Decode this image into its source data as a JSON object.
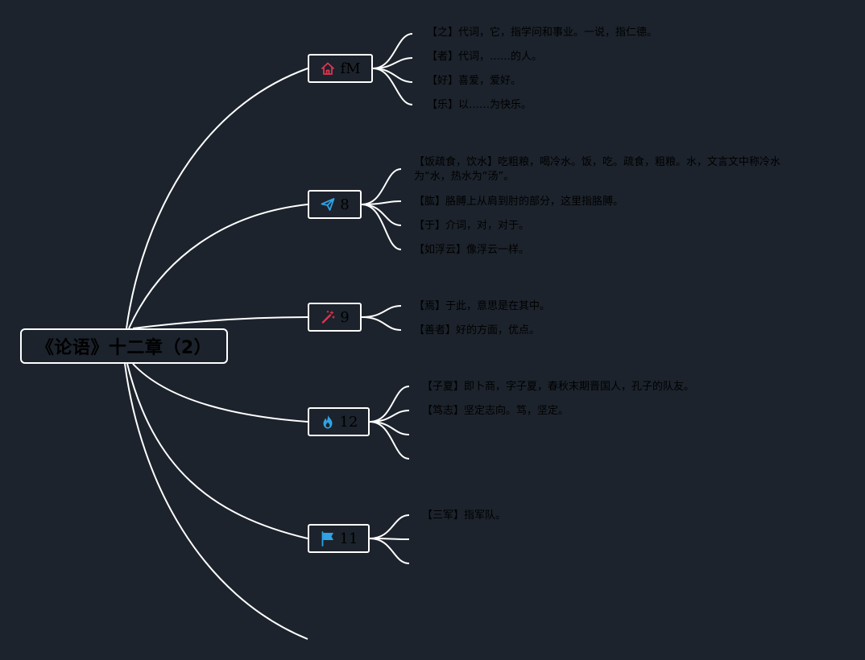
{
  "root": {
    "title": "《论语》十二章（2）"
  },
  "branches": [
    {
      "label": "fM",
      "icon": "home-icon",
      "icon_color": "#e0344f",
      "notes": [
        "【之】代词，它，指学问和事业。一说，指仁德。",
        "【者】代词，……的人。",
        "【好】喜爱，爱好。",
        "【乐】以……为快乐。"
      ]
    },
    {
      "label": "8",
      "icon": "paper-plane-icon",
      "icon_color": "#2fa3e6",
      "notes": [
        "【饭疏食，饮水】吃粗粮，喝冷水。饭，吃。疏食，粗粮。水，文言文中称冷水为“水，热水为“汤”。",
        "【肱】胳膊上从肩到肘的部分，这里指胳膊。",
        "【于】介词，对，对于。",
        "【如浮云】像浮云一样。"
      ]
    },
    {
      "label": "9",
      "icon": "magic-wand-icon",
      "icon_color": "#e0344f",
      "notes": [
        "【焉】于此，意思是在其中。",
        "【善者】好的方面，优点。"
      ]
    },
    {
      "label": "12",
      "icon": "fire-icon",
      "icon_color": "#2fa3e6",
      "notes": [
        "【子夏】即卜商，字子夏，春秋末期晋国人，孔子的队友。",
        "【笃志】坚定志向。笃，坚定。",
        "",
        ""
      ]
    },
    {
      "label": "11",
      "icon": "flag-icon",
      "icon_color": "#2fa3e6",
      "notes": [
        "【三军】指军队。",
        "",
        ""
      ]
    },
    {
      "label": "",
      "icon": "",
      "icon_color": "",
      "notes": []
    }
  ],
  "colors": {
    "background": "#1c232c",
    "line": "#ffffff",
    "text": "#000000"
  }
}
